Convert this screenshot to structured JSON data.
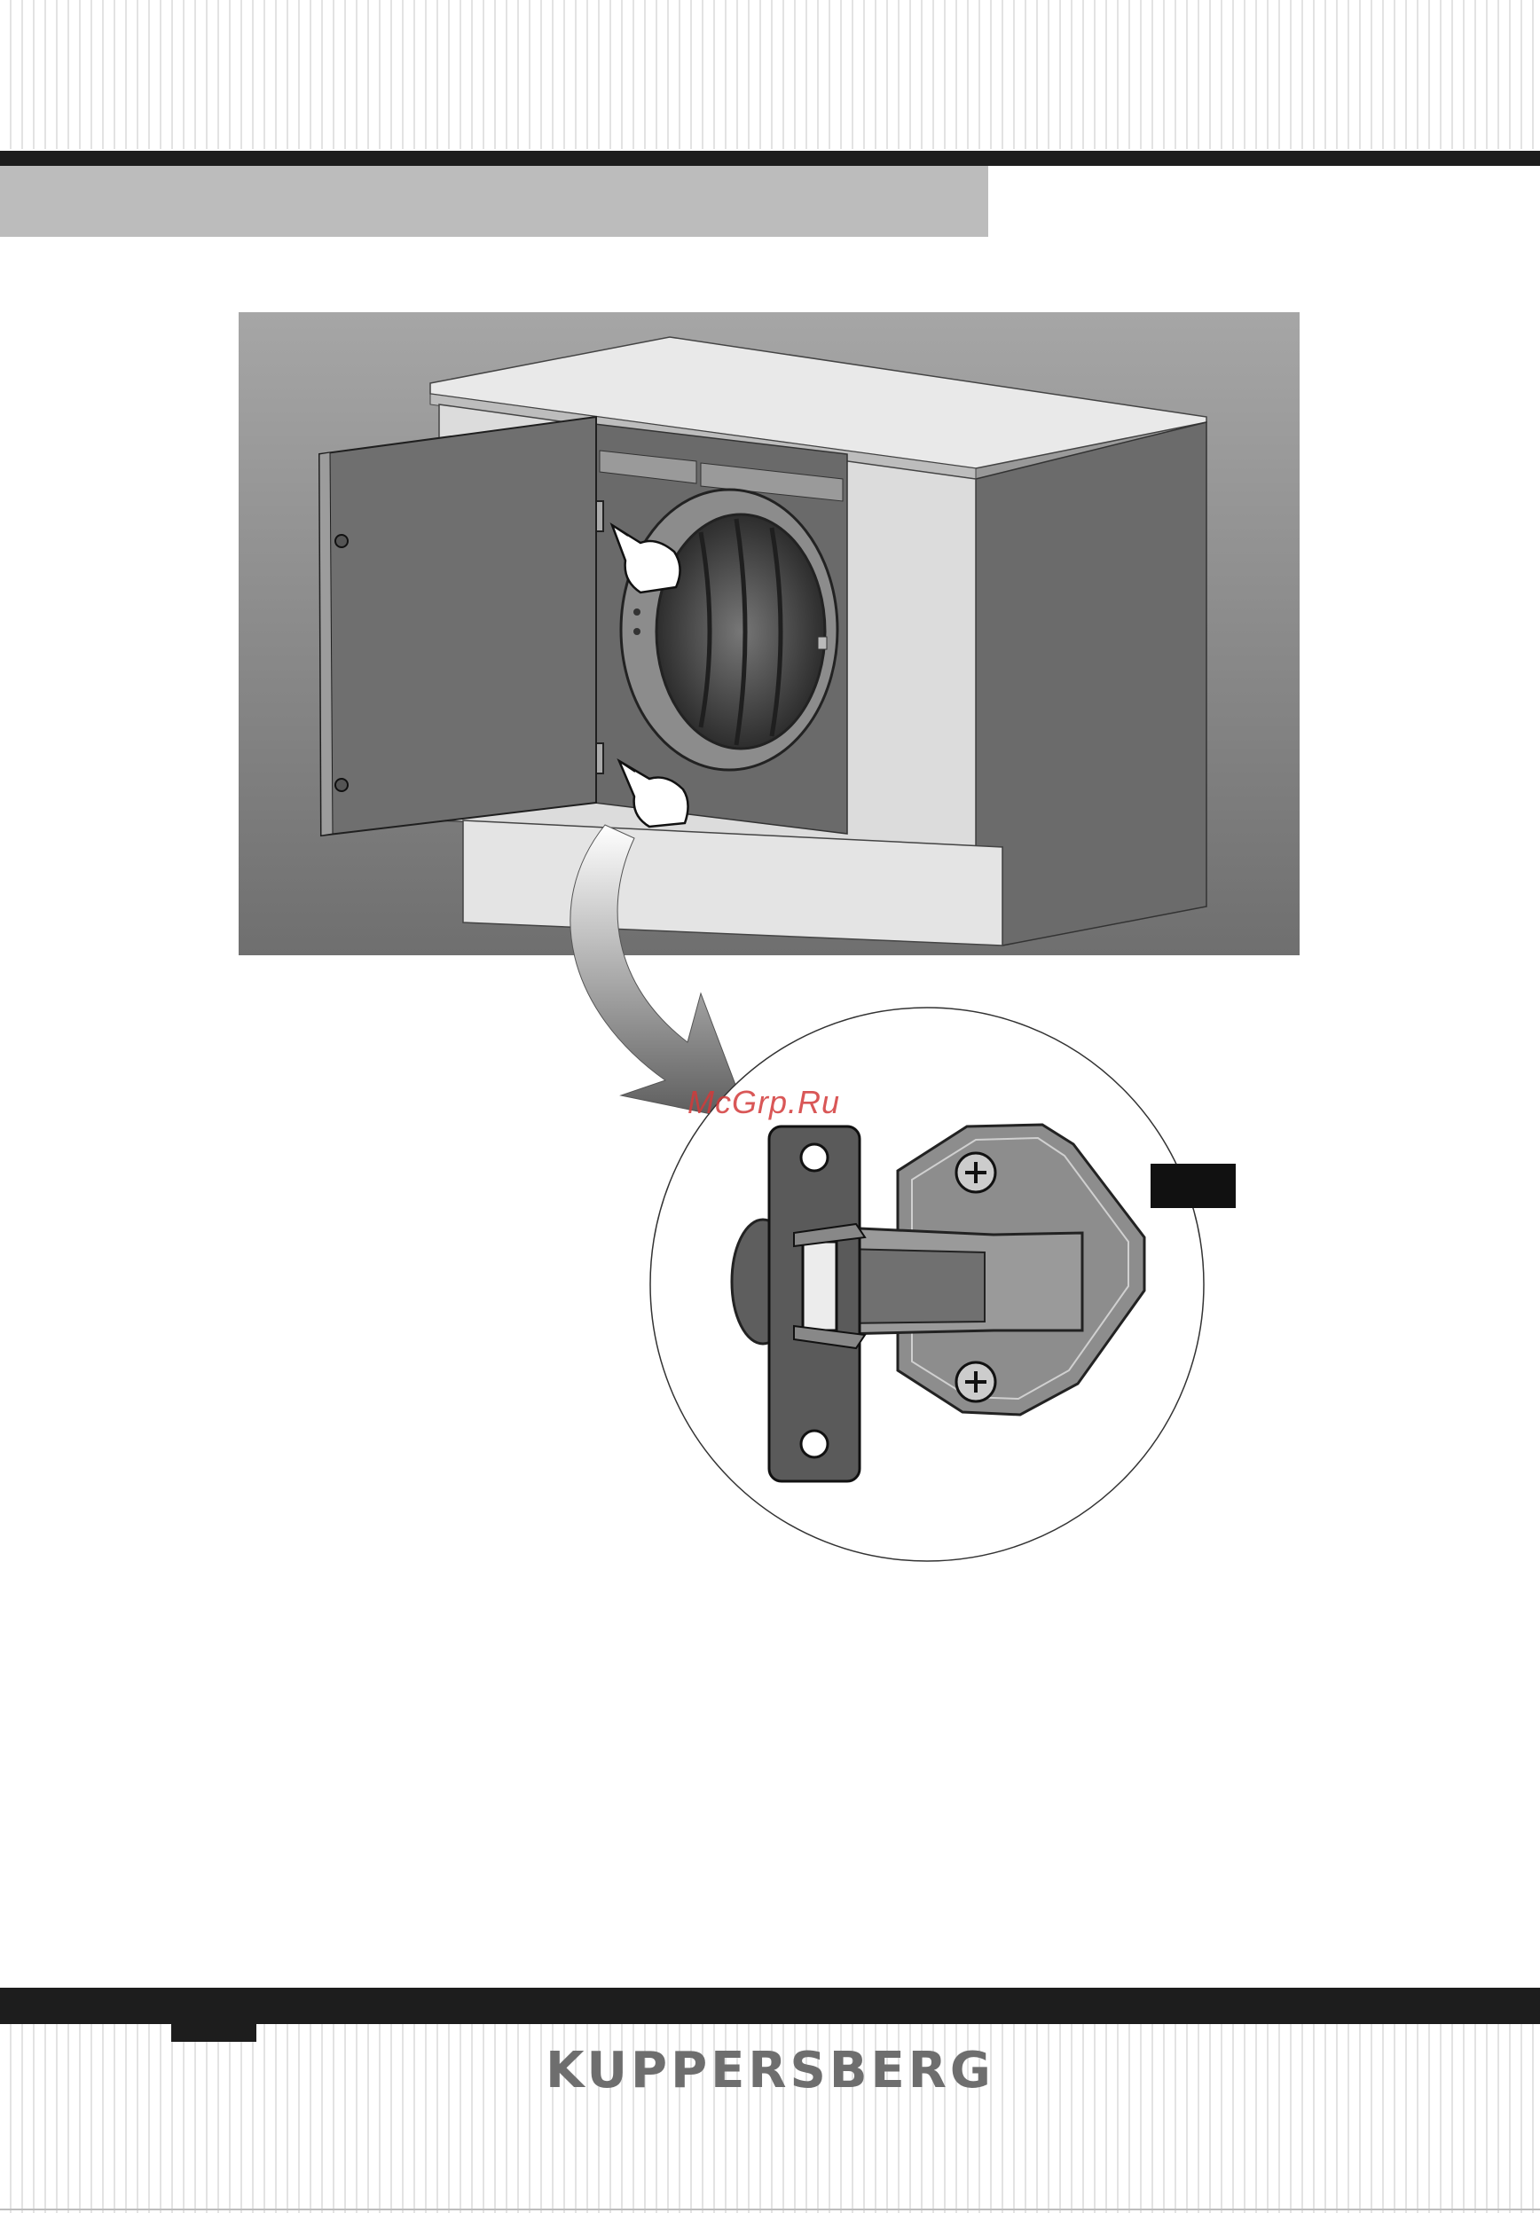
{
  "brand": "KUPPERSBERG",
  "watermark": "McGrp.Ru",
  "colors": {
    "dark_bar": "#1d1d1d",
    "header_band": "#bcbcbc",
    "scene_bg": "#8a8a8a",
    "brand_text": "#6e6e6e"
  },
  "figures": [
    {
      "name": "cabinet-door-open-illustration"
    },
    {
      "name": "hinge-closeup-illustration"
    },
    {
      "name": "screw-illustration"
    }
  ]
}
